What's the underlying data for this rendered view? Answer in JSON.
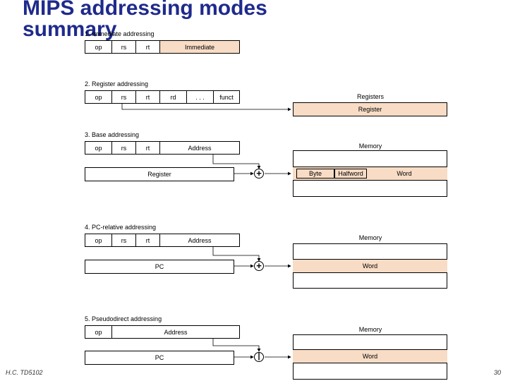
{
  "title": {
    "line1": "MIPS addressing modes",
    "line2": "summary"
  },
  "footer": {
    "left": "H.C. TD5102",
    "page": "30"
  },
  "sections": {
    "immediate": {
      "label": "1. Immediate addressing",
      "fields": [
        "op",
        "rs",
        "rt",
        "Immediate"
      ]
    },
    "register": {
      "label": "2. Register addressing",
      "fields": [
        "op",
        "rs",
        "rt",
        "rd",
        ". . .",
        "funct"
      ],
      "store_caption": "Registers",
      "store_item": "Register"
    },
    "base": {
      "label": "3. Base addressing",
      "fields": [
        "op",
        "rs",
        "rt",
        "Address"
      ],
      "reg_box": "Register",
      "adder": "+",
      "store_caption": "Memory",
      "byte": "Byte",
      "halfword": "Halfword",
      "word": "Word"
    },
    "pcrel": {
      "label": "4. PC-relative addressing",
      "fields": [
        "op",
        "rs",
        "rt",
        "Address"
      ],
      "reg_box": "PC",
      "adder": "+",
      "store_caption": "Memory",
      "word": "Word"
    },
    "pseudo": {
      "label": "5. Pseudodirect addressing",
      "fields": [
        "op",
        "Address"
      ],
      "reg_box": "PC",
      "adder": "|",
      "store_caption": "Memory",
      "word": "Word"
    }
  }
}
